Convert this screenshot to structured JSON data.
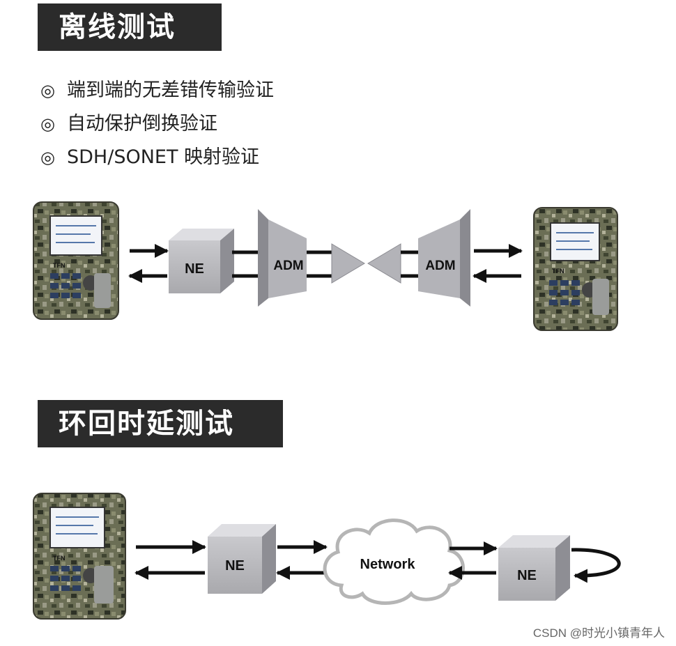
{
  "sections": {
    "offline": {
      "title": "离线测试",
      "features": [
        "端到端的无差错传输验证",
        "自动保护倒换验证",
        "SDH/SONET 映射验证"
      ],
      "bullet": "◎"
    },
    "loopback": {
      "title": "环回时延测试"
    }
  },
  "diagram": {
    "ne1": "NE",
    "adm1": "ADM",
    "adm2": "ADM",
    "device_brand": "TFN",
    "ne2": "NE",
    "network": "Network",
    "ne3": "NE"
  },
  "watermark": "CSDN @时光小镇青年人",
  "colors": {
    "title_bg": "#2b2b2b",
    "box": "#b9b9bd",
    "arrow": "#111111",
    "camo_dark": "#4a4f38"
  }
}
